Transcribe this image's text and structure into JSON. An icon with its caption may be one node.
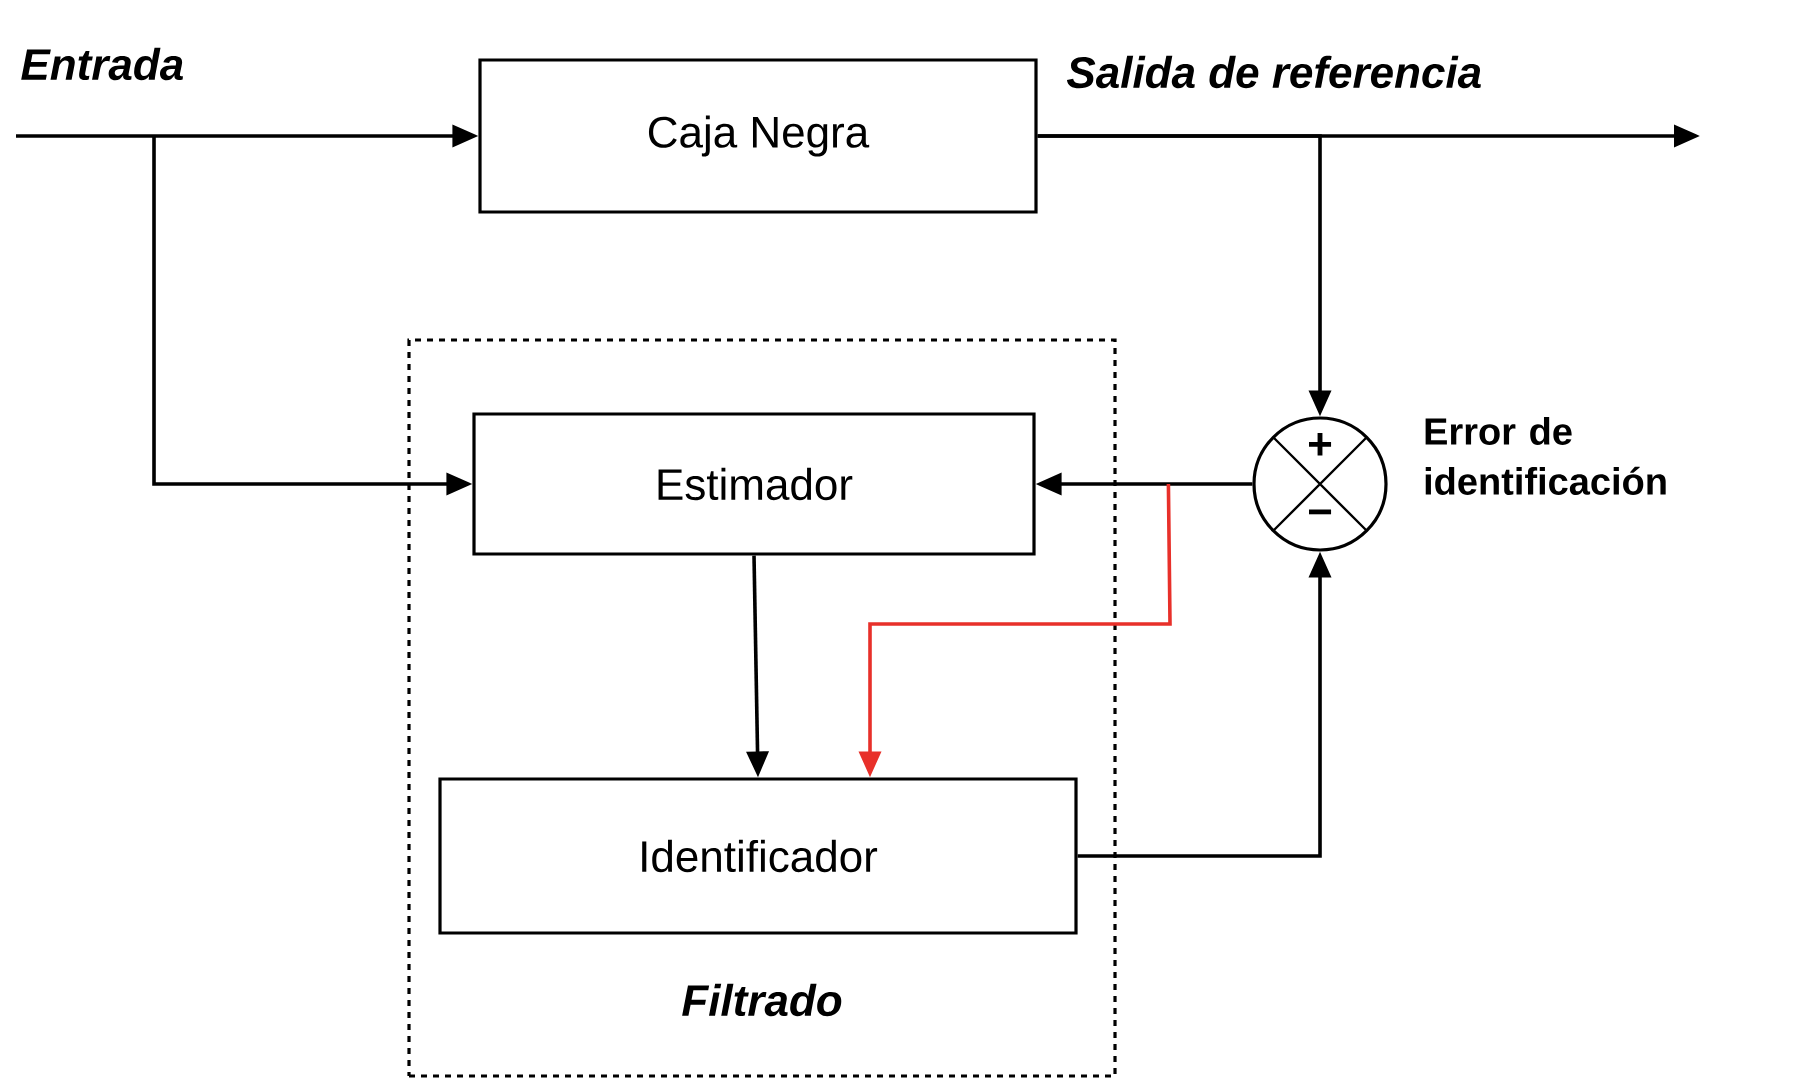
{
  "diagram": {
    "nodes": [
      {
        "text": [
          "Caja Negra"
        ]
      },
      {
        "text": [
          "Filtrado"
        ]
      },
      {
        "text": [
          "Estimador"
        ],
        "in": 1
      },
      {
        "text": [
          "Identificador"
        ],
        "in": 1
      },
      {
        "text": [
          "+",
          "−"
        ],
        "beside": [
          "Error de identificación"
        ]
      }
    ],
    "edges": [
      {
        "from": null,
        "to": 0,
        "arrow": "to"
      },
      {
        "from": 0,
        "to": null,
        "arrow": "to"
      },
      {
        "from": null,
        "to": 2,
        "arrow": "to"
      },
      {
        "from": 0,
        "to": 4,
        "arrow": "to"
      },
      {
        "from": 4,
        "to": 2,
        "arrow": "to"
      },
      {
        "from": 4,
        "to": 3,
        "arrow": "to",
        "color": "#e8302a"
      },
      {
        "from": 2,
        "to": 3,
        "arrow": "to"
      },
      {
        "from": 3,
        "to": 4,
        "arrow": "to"
      }
    ],
    "labels": [
      "Entrada",
      "Salida de referencia"
    ]
  }
}
